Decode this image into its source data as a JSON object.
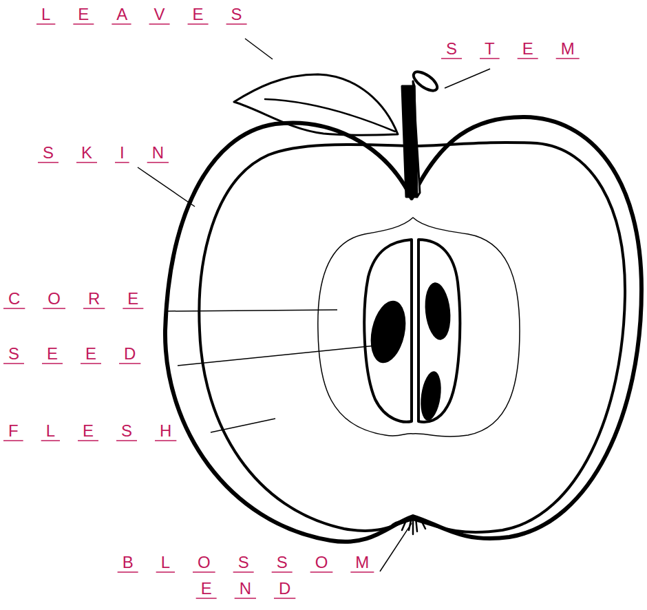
{
  "diagram": {
    "labels": [
      "LEAVES",
      "STEM",
      "SKIN",
      "CORE",
      "SEED",
      "FLESH",
      "BLOSSOM END"
    ]
  }
}
